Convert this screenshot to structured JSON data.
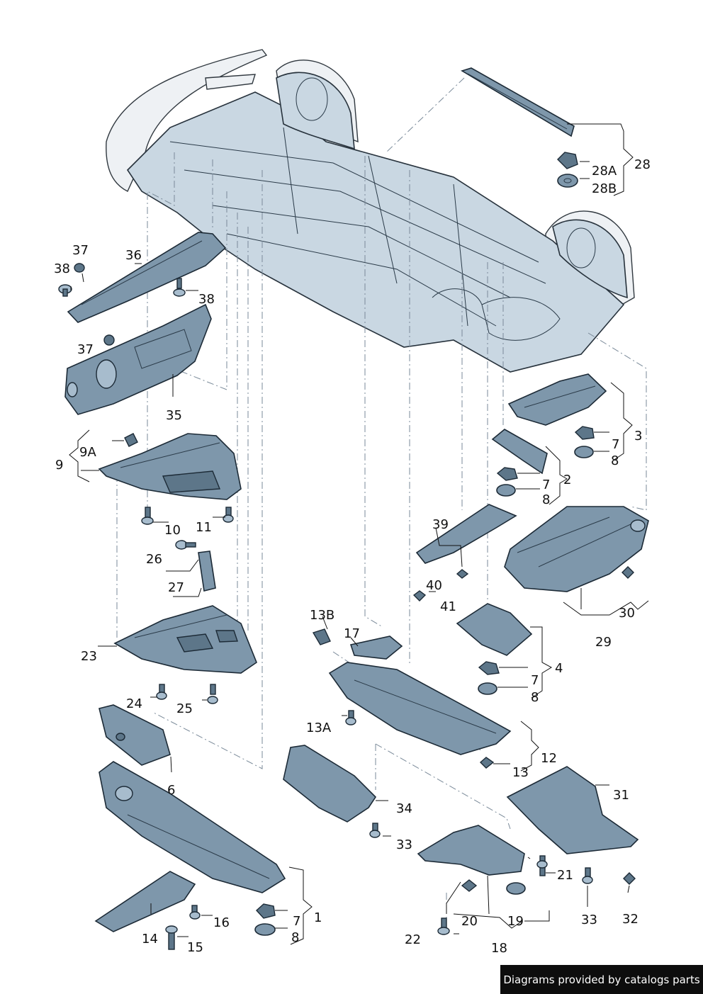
{
  "labels": {
    "l1": "1",
    "l2": "2",
    "l3": "3",
    "l4": "4",
    "l6": "6",
    "l7a": "7",
    "l7b": "7",
    "l7c": "7",
    "l7d": "7",
    "l8a": "8",
    "l8b": "8",
    "l8c": "8",
    "l8d": "8",
    "l9": "9",
    "l9a": "9A",
    "l10": "10",
    "l11": "11",
    "l12": "12",
    "l13": "13",
    "l13a": "13A",
    "l13b": "13B",
    "l14": "14",
    "l15": "15",
    "l16": "16",
    "l17": "17",
    "l18": "18",
    "l19": "19",
    "l20": "20",
    "l21": "21",
    "l22": "22",
    "l23": "23",
    "l24": "24",
    "l25": "25",
    "l26": "26",
    "l27": "27",
    "l28": "28",
    "l28a": "28A",
    "l28b": "28B",
    "l29": "29",
    "l30": "30",
    "l31": "31",
    "l32": "32",
    "l33a": "33",
    "l33b": "33",
    "l34": "34",
    "l35": "35",
    "l36": "36",
    "l37a": "37",
    "l37b": "37",
    "l38a": "38",
    "l38b": "38",
    "l39": "39",
    "l40": "40",
    "l41": "41"
  },
  "credit": "Diagrams provided by catalogs parts"
}
